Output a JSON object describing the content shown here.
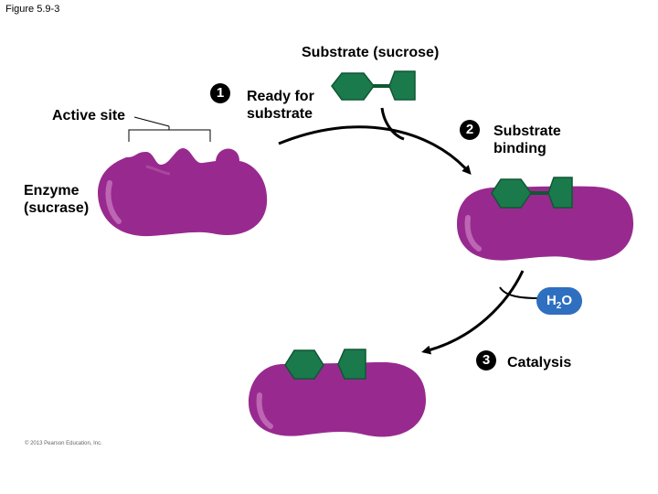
{
  "figure_label": "Figure 5.9-3",
  "substrate_label": "Substrate (sucrose)",
  "active_site_label": "Active site",
  "enzyme_label": "Enzyme\n(sucrase)",
  "steps": [
    {
      "number": "1",
      "text": "Ready for\nsubstrate"
    },
    {
      "number": "2",
      "text": "Substrate\nbinding"
    },
    {
      "number": "3",
      "text": "Catalysis"
    }
  ],
  "water": {
    "symbol": "H",
    "subscript": "2",
    "rest": "O"
  },
  "copyright": "© 2013 Pearson Education, Inc.",
  "colors": {
    "enzyme": "#982a8f",
    "enzyme_highlight": "#c776bd",
    "substrate": "#1b7a4c",
    "substrate_dark": "#0f5733",
    "water_badge": "#2e6fc0",
    "step_badge": "#000000"
  }
}
